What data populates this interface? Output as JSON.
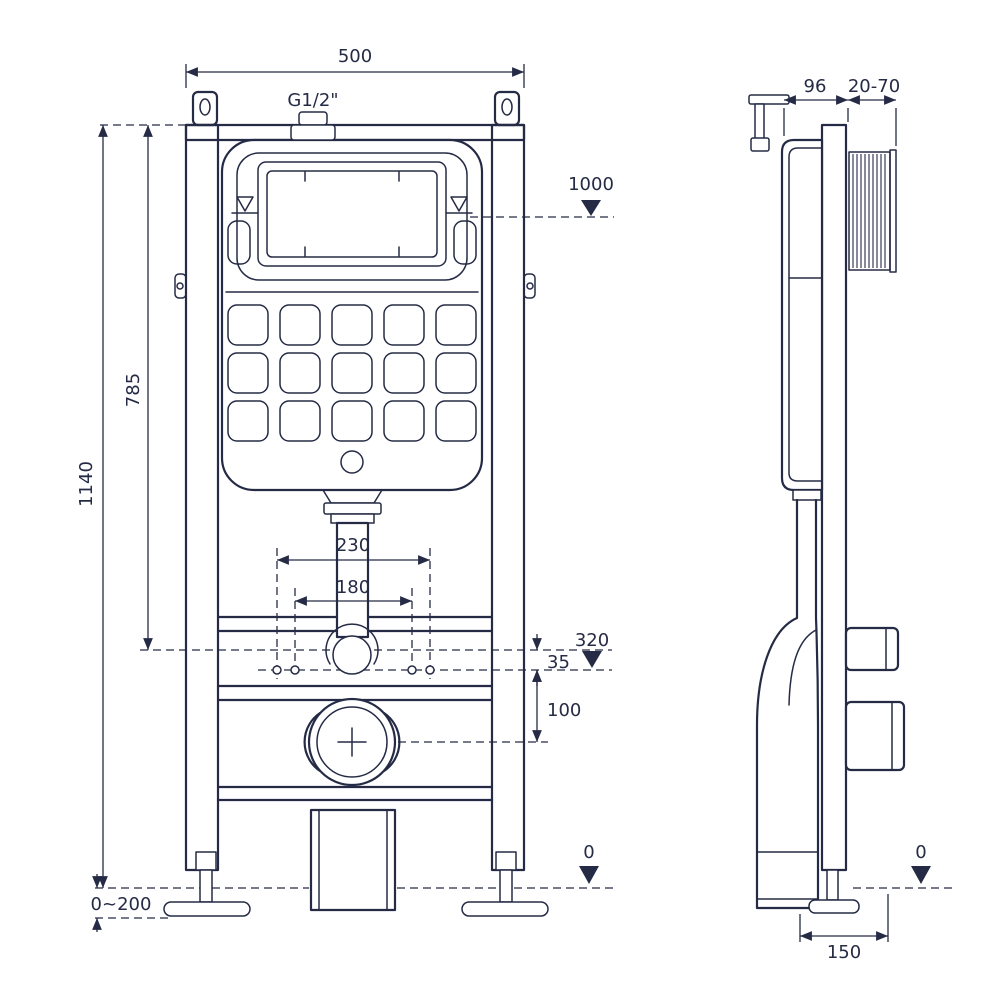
{
  "drawing": {
    "description": "Installation dimension drawing of a concealed-cistern wall-mounting frame for a wall-hung toilet: front view and side view with dimensions in mm",
    "line_color": "#252b45",
    "background_color": "#ffffff"
  },
  "front_view": {
    "width_label": "500",
    "inlet_label": "G1/2\"",
    "level_1000_label": "1000",
    "dim_785_label": "785",
    "dim_1140_label": "1140",
    "dim_230_label": "230",
    "dim_180_label": "180",
    "level_320_label": "320",
    "dim_35_label": "35",
    "dim_100_label": "100",
    "foot_range_label": "0~200",
    "level_0_label": "0"
  },
  "side_view": {
    "dim_96_label": "96",
    "dim_20_70_label": "20-70",
    "level_0_label": "0",
    "dim_150_label": "150"
  }
}
